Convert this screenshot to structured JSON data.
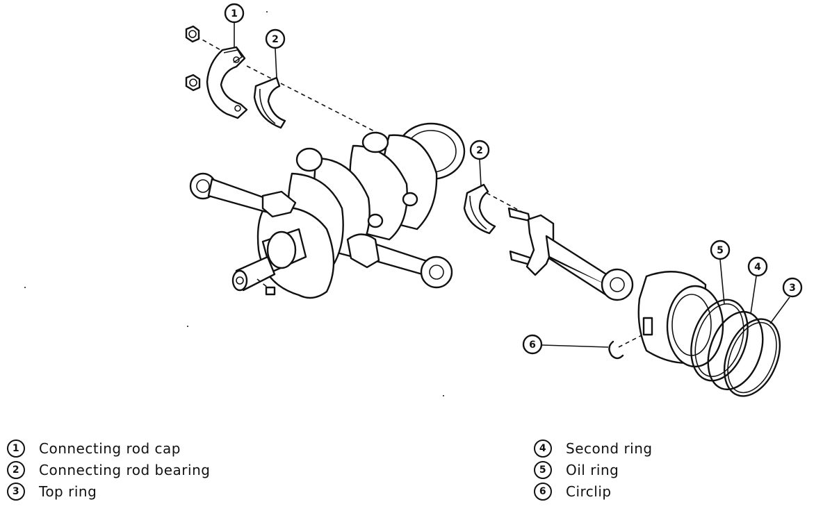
{
  "callouts": [
    {
      "number": "1"
    },
    {
      "number": "2"
    },
    {
      "number": "2"
    },
    {
      "number": "3"
    },
    {
      "number": "4"
    },
    {
      "number": "5"
    },
    {
      "number": "6"
    }
  ],
  "legend": {
    "left": [
      {
        "number": "1",
        "label": "Connecting rod cap"
      },
      {
        "number": "2",
        "label": "Connecting rod bearing"
      },
      {
        "number": "3",
        "label": "Top ring"
      }
    ],
    "right": [
      {
        "number": "4",
        "label": "Second ring"
      },
      {
        "number": "5",
        "label": "Oil ring"
      },
      {
        "number": "6",
        "label": "Circlip"
      }
    ]
  }
}
